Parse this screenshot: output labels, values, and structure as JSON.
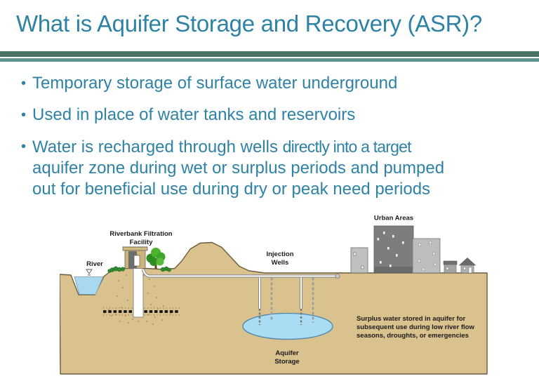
{
  "slide": {
    "title": "What is Aquifer Storage and Recovery (ASR)?",
    "bullet_char": "•",
    "bullets": [
      {
        "text": "Temporary storage of surface water underground"
      },
      {
        "text": "Used in place of water tanks and reservoirs"
      },
      {
        "line1_main": "Water is recharged through wells ",
        "line1_alt": "directly into a target",
        "line2": "aquifer zone during wet or surplus periods and pumped",
        "line3": "out for beneficial use during dry or peak need periods"
      }
    ]
  },
  "diagram": {
    "labels": {
      "riverbank_facility_line1": "Riverbank Filtration",
      "riverbank_facility_line2": "Facility",
      "river": "River",
      "injection_wells_line1": "Injection",
      "injection_wells_line2": "Wells",
      "urban_areas": "Urban Areas",
      "aquifer_storage_line1": "Aquifer",
      "aquifer_storage_line2": "Storage",
      "surplus_note_line1": "Surplus water stored in aquifer for",
      "surplus_note_line2": "subsequent use during low river flow",
      "surplus_note_line3": "seasons, droughts, or emergencies"
    }
  },
  "colors": {
    "title_teal": "#2e82a6",
    "divider_dark": "#4a7264",
    "divider_teal": "#5f948e",
    "ground_tan": "#d9c28e",
    "ground_outline": "#6b5c3e",
    "water_blue": "#a9d9f1",
    "aquifer_blue": "#aadcf4",
    "label_black": "#1b1b1b"
  }
}
